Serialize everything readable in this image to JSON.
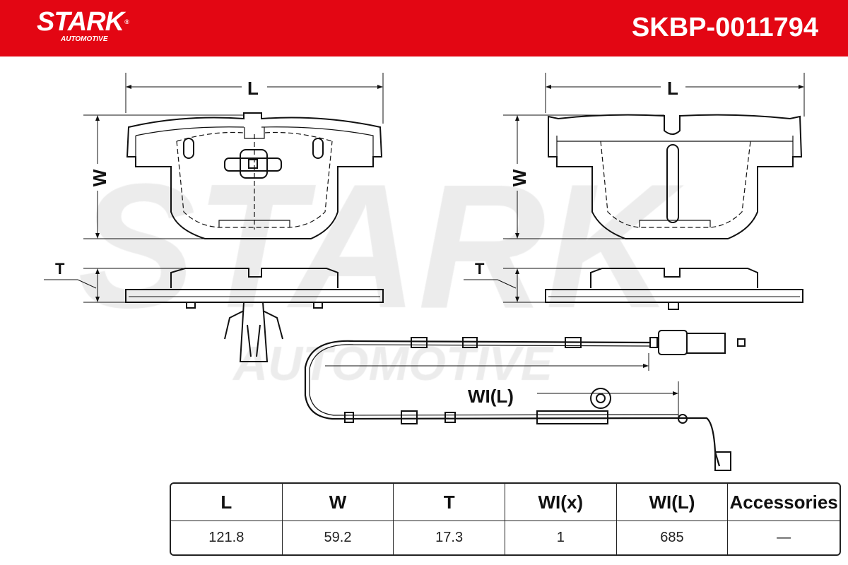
{
  "header": {
    "brand": "STARK",
    "brand_sub": "AUTOMOTIVE",
    "registered": "®",
    "part_number": "SKBP-0011794",
    "color": "#e30613"
  },
  "drawing": {
    "labels": {
      "length": "L",
      "width": "W",
      "thickness": "T",
      "wire_length": "WI(L)"
    },
    "watermark": "STARK AUTOMOTIVE"
  },
  "spec_table": {
    "headers": [
      "L",
      "W",
      "T",
      "WI(x)",
      "WI(L)",
      "Accessories"
    ],
    "values": [
      "121.8",
      "59.2",
      "17.3",
      "1",
      "685",
      "—"
    ]
  }
}
